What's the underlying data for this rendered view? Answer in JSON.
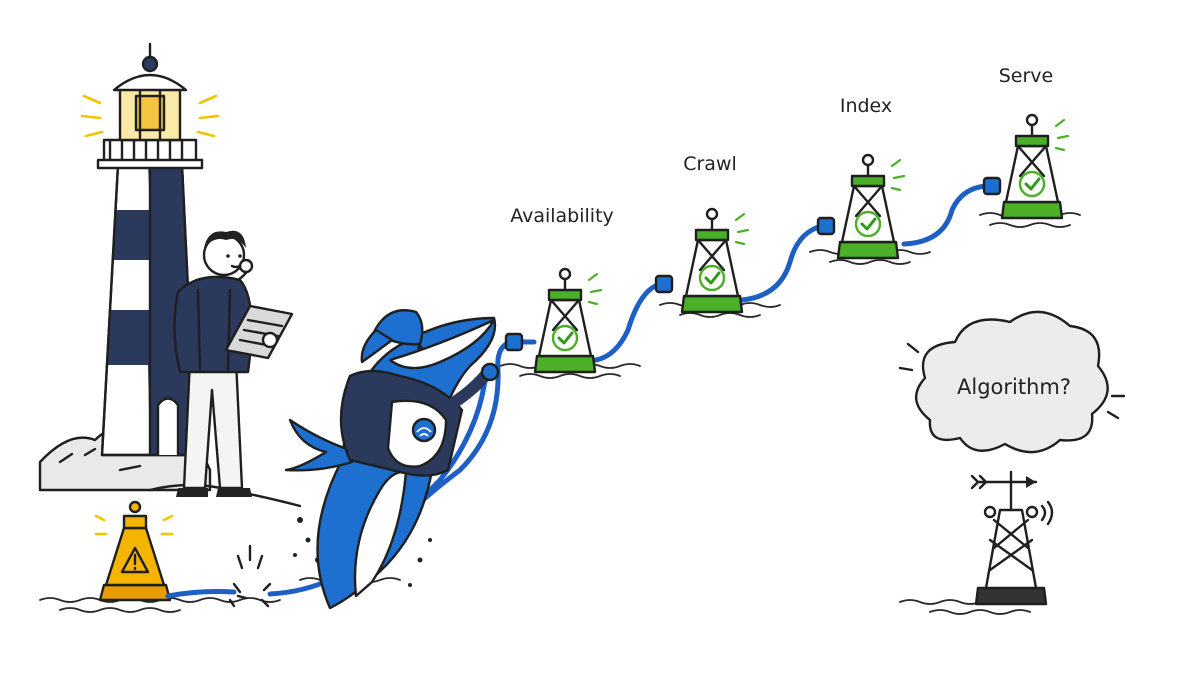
{
  "buoys": [
    {
      "label": "Availability",
      "status": "ok"
    },
    {
      "label": "Crawl",
      "status": "ok"
    },
    {
      "label": "Index",
      "status": "ok"
    },
    {
      "label": "Serve",
      "status": "ok"
    }
  ],
  "cloud": {
    "label": "Algorithm?"
  },
  "colors": {
    "ok_green": "#4caf28",
    "hose_blue": "#1d5fc4",
    "warning_orange": "#f5b400",
    "lighthouse_navy": "#2b3a5c"
  }
}
